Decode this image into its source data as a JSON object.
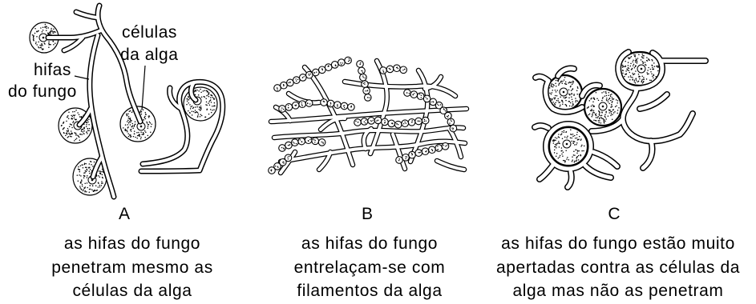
{
  "figure": {
    "panels": [
      {
        "letter": "A",
        "labels": {
          "algal_cells": [
            "células",
            "da alga"
          ],
          "fungal_hyphae": [
            "hifas",
            "do fungo"
          ]
        },
        "caption": [
          "as hifas do fungo",
          "penetram mesmo as",
          "células da alga"
        ]
      },
      {
        "letter": "B",
        "caption": [
          "as hifas do fungo",
          "entrelaçam-se com",
          "filamentos da alga"
        ]
      },
      {
        "letter": "C",
        "caption": [
          "as hifas do fungo estão muito",
          "apertadas contra as células da",
          "alga mas não as penetram"
        ]
      }
    ]
  },
  "colors": {
    "ink": "#000000",
    "background": "#ffffff"
  }
}
